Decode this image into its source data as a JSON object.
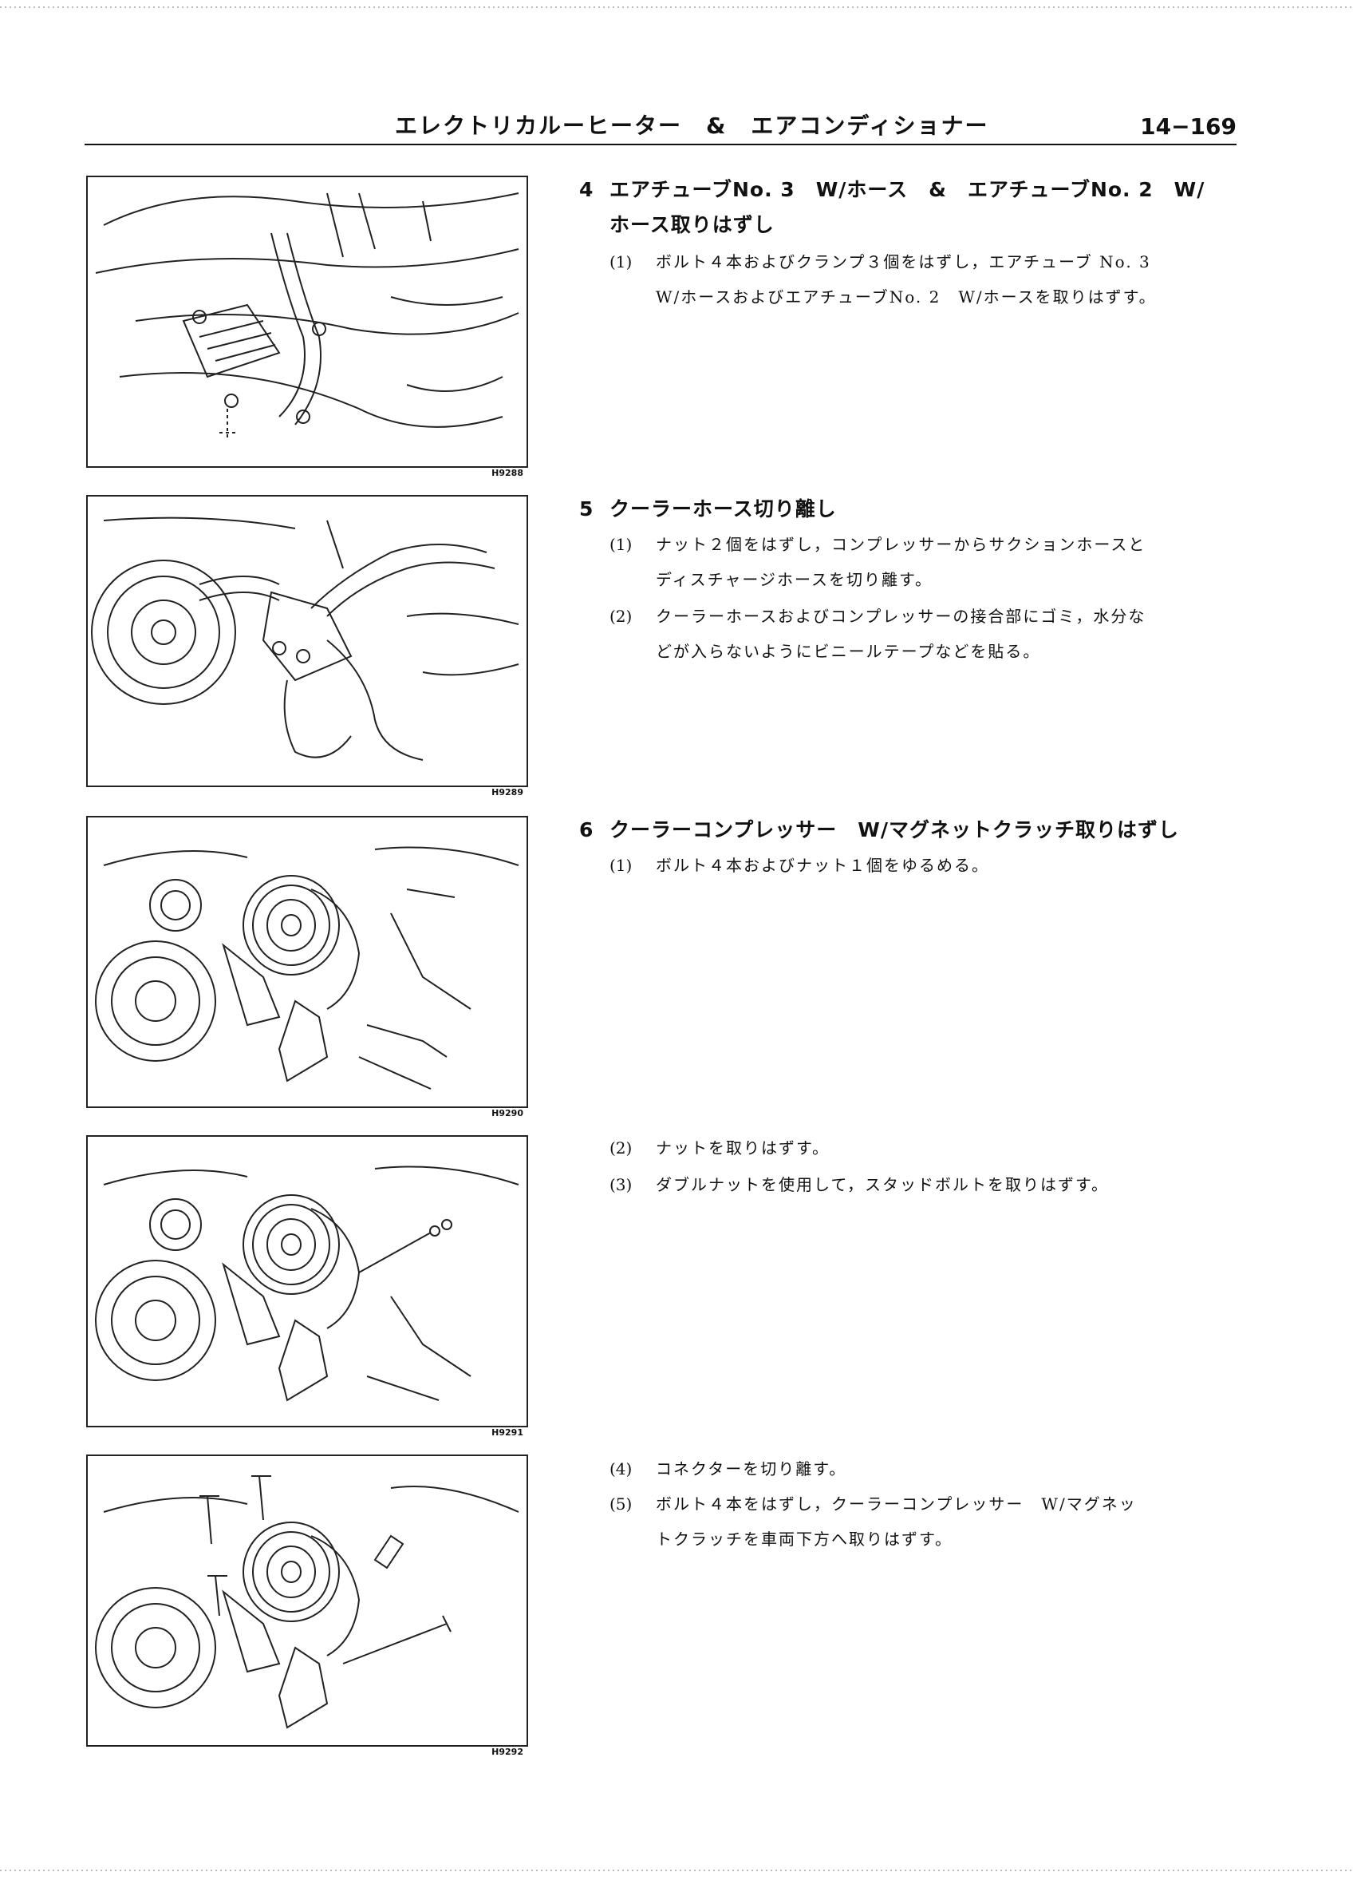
{
  "header": {
    "title": "エレクトリカルーヒーター　&　エアコンディショナー",
    "page_number": "14−169"
  },
  "figures": [
    {
      "code": "H9288",
      "icon": "air-tube-hose-diagram"
    },
    {
      "code": "H9289",
      "icon": "cooler-hose-diagram"
    },
    {
      "code": "H9290",
      "icon": "compressor-bolts-diagram"
    },
    {
      "code": "H9291",
      "icon": "compressor-stud-bolt-diagram"
    },
    {
      "code": "H9292",
      "icon": "compressor-removal-diagram"
    }
  ],
  "steps": [
    {
      "number": "4",
      "title_line1": "エアチューブNo. 3　W/ホース　&　エアチューブNo. 2　W/",
      "title_line2": "ホース取りはずし",
      "subs": [
        {
          "index": "(1)",
          "line1": "ボルト４本およびクランプ３個をはずし，エアチューブ No. 3",
          "line2": "W/ホースおよびエアチューブNo. 2　W/ホースを取りはずす。"
        }
      ]
    },
    {
      "number": "5",
      "title_line1": "クーラーホース切り離し",
      "subs": [
        {
          "index": "(1)",
          "line1": "ナット２個をはずし，コンプレッサーからサクションホースと",
          "line2": "ディスチャージホースを切り離す。"
        },
        {
          "index": "(2)",
          "line1": "クーラーホースおよびコンプレッサーの接合部にゴミ，水分な",
          "line2": "どが入らないようにビニールテープなどを貼る。"
        }
      ]
    },
    {
      "number": "6",
      "title_line1": "クーラーコンプレッサー　W/マグネットクラッチ取りはずし",
      "subs": [
        {
          "index": "(1)",
          "line1": "ボルト４本およびナット１個をゆるめる。"
        },
        {
          "index": "(2)",
          "line1": "ナットを取りはずす。"
        },
        {
          "index": "(3)",
          "line1": "ダブルナットを使用して，スタッドボルトを取りはずす。"
        },
        {
          "index": "(4)",
          "line1": "コネクターを切り離す。"
        },
        {
          "index": "(5)",
          "line1": "ボルト４本をはずし，クーラーコンプレッサー　W/マグネッ",
          "line2": "トクラッチを車両下方へ取りはずす。"
        }
      ]
    }
  ]
}
